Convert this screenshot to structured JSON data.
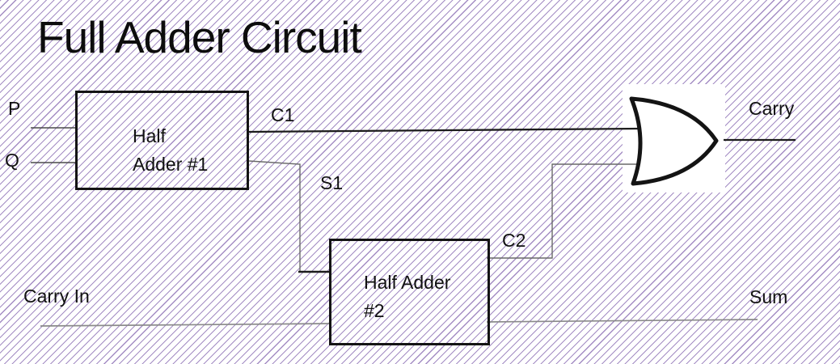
{
  "title": "Full Adder Circuit",
  "labels": {
    "p": "P",
    "q": "Q",
    "carry_in": "Carry In",
    "c1": "C1",
    "s1": "S1",
    "c2": "C2",
    "carry": "Carry",
    "sum": "Sum"
  },
  "blocks": {
    "half_adder_1": {
      "line1": "Half",
      "line2": "Adder #1"
    },
    "half_adder_2": {
      "line1": "Half Adder",
      "line2": "#2"
    }
  },
  "gate": {
    "type": "OR",
    "icon": "or-gate-icon"
  },
  "colors": {
    "hatch": "#9479ba",
    "wire_dark": "#1c1c1c",
    "wire_gray": "#696969",
    "wire_light": "#8a8a8a",
    "box_border": "#141414",
    "gate_background": "#ffffff"
  }
}
